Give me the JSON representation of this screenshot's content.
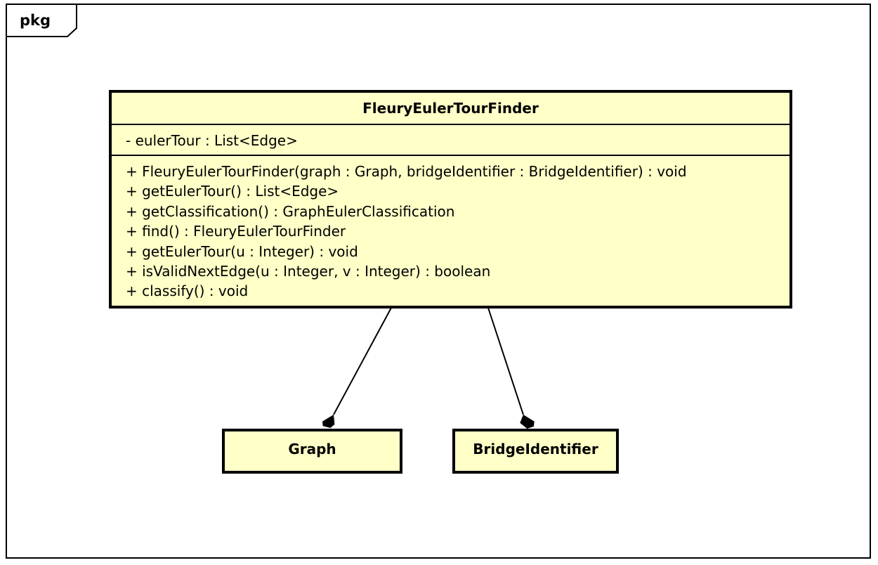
{
  "package": {
    "label": "pkg"
  },
  "main_class": {
    "name": "FleuryEulerTourFinder",
    "attributes": [
      "- eulerTour : List<Edge>"
    ],
    "operations": [
      "+ FleuryEulerTourFinder(graph : Graph, bridgeIdentifier : BridgeIdentifier) : void",
      "+ getEulerTour() : List<Edge>",
      "+ getClassification() : GraphEulerClassification",
      "+ find() : FleuryEulerTourFinder",
      "+ getEulerTour(u : Integer) : void",
      "+ isValidNextEdge(u : Integer, v : Integer) : boolean",
      "+ classify() : void"
    ]
  },
  "classes": [
    {
      "name": "Graph"
    },
    {
      "name": "BridgeIdentifier"
    }
  ],
  "colors": {
    "class_fill": "#ffffc8",
    "stroke": "#000000",
    "background": "#ffffff"
  }
}
